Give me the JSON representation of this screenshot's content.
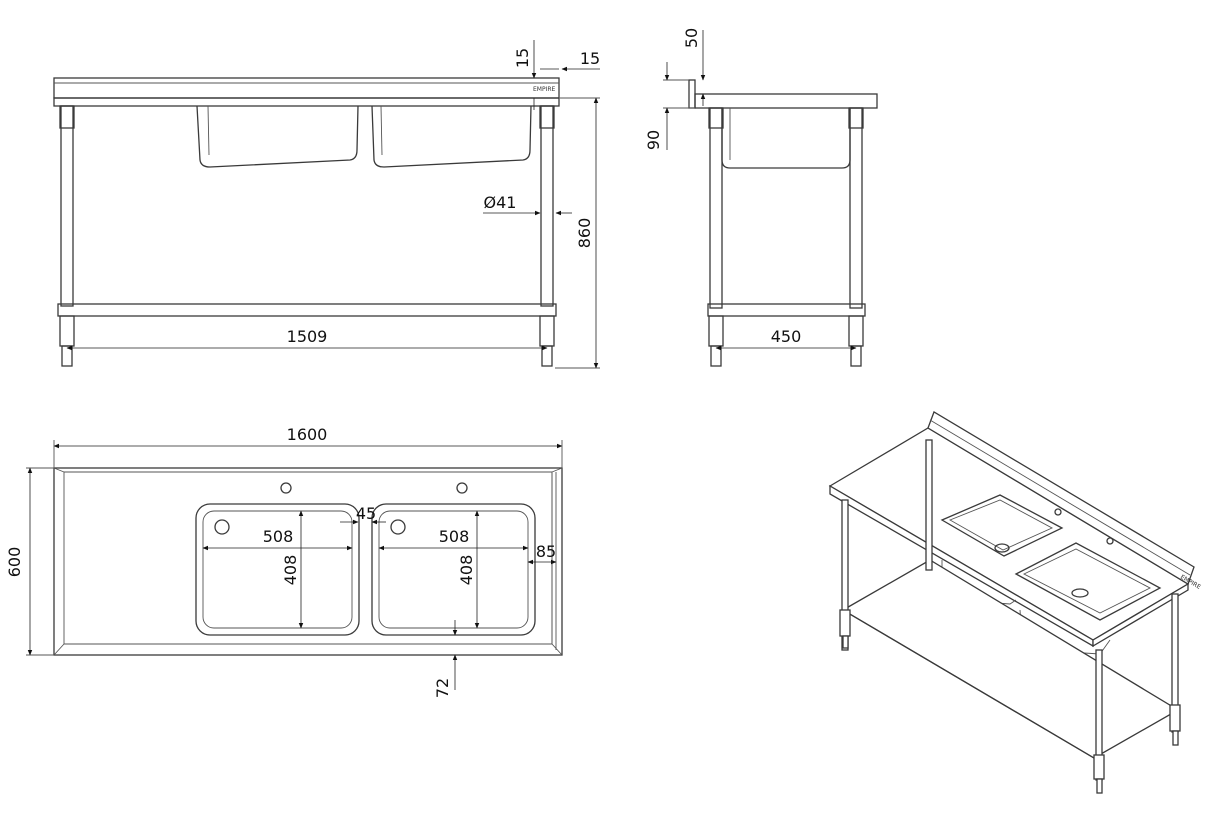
{
  "brand_mark": "EMPIRE",
  "dimensions": {
    "front": {
      "top_overhang_top": "15",
      "top_overhang_side": "15",
      "leg_diameter": "Ø41",
      "height": "860",
      "leg_span": "1509"
    },
    "side": {
      "upstand": "50",
      "bowl_depth": "90",
      "leg_span": "450"
    },
    "plan": {
      "length": "1600",
      "width": "600",
      "bowl_left_width": "508",
      "bowl_left_depth": "408",
      "bowl_right_width": "508",
      "bowl_right_depth": "408",
      "bowl_gap": "45",
      "edge_to_bowl": "85",
      "front_to_bowl": "72"
    }
  }
}
